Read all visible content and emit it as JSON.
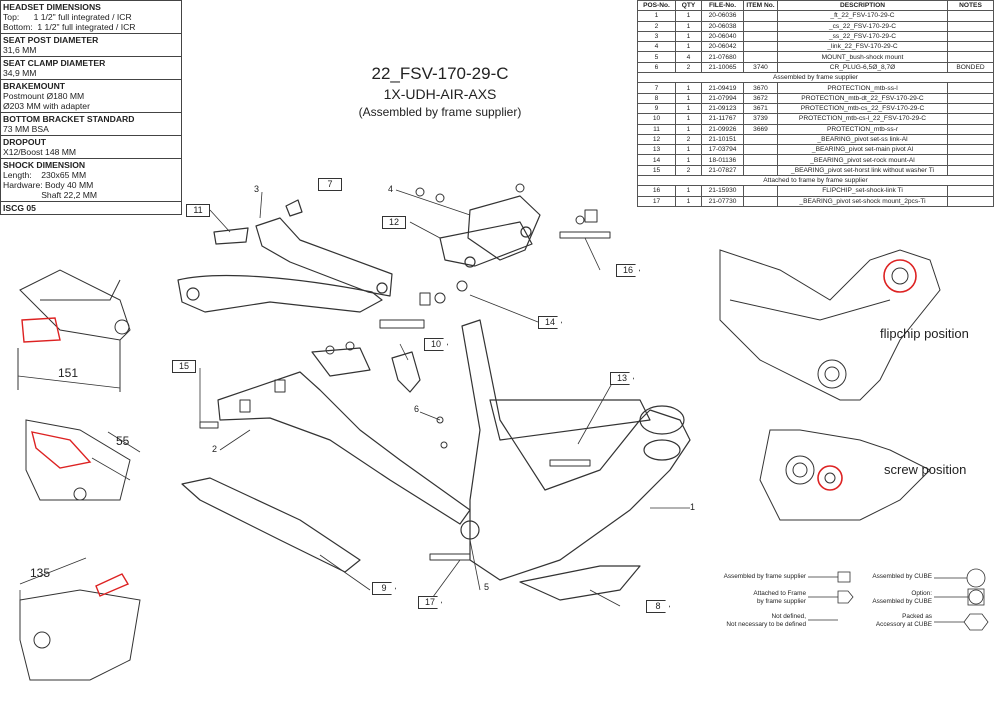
{
  "specs": [
    {
      "heading": "HEADSET DIMENSIONS",
      "lines": [
        "Top:      1 1/2\" full integrated / ICR",
        "Bottom:  1 1/2\" full integrated / ICR"
      ]
    },
    {
      "heading": "SEAT POST DIAMETER",
      "lines": [
        "31,6 MM"
      ]
    },
    {
      "heading": "SEAT CLAMP DIAMETER",
      "lines": [
        "34,9 MM"
      ]
    },
    {
      "heading": "BRAKEMOUNT",
      "lines": [
        "Postmount Ø180 MM",
        "Ø203 MM with adapter"
      ]
    },
    {
      "heading": "BOTTOM BRACKET STANDARD",
      "lines": [
        "73 MM BSA"
      ]
    },
    {
      "heading": "DROPOUT",
      "lines": [
        "X12/Boost 148 MM"
      ]
    },
    {
      "heading": "SHOCK DIMENSION",
      "lines": [
        "Length:    230x65 MM",
        "Hardware: Body 40 MM",
        "                Shaft 22,2 MM"
      ]
    },
    {
      "heading": "ISCG 05",
      "lines": []
    }
  ],
  "title": {
    "line1": "22_FSV-170-29-C",
    "line2": "1X-UDH-AIR-AXS",
    "line3": "(Assembled by frame supplier)"
  },
  "table": {
    "headers": [
      "POS-No.",
      "QTY",
      "FILE-No.",
      "ITEM No.",
      "DESCRIPTION",
      "NOTES"
    ],
    "rows": [
      {
        "type": "row",
        "cells": [
          "1",
          "1",
          "20-06036",
          "",
          "_ft_22_FSV-170-29-C",
          ""
        ]
      },
      {
        "type": "row",
        "cells": [
          "2",
          "1",
          "20-06038",
          "",
          "_cs_22_FSV-170-29-C",
          ""
        ]
      },
      {
        "type": "row",
        "cells": [
          "3",
          "1",
          "20-06040",
          "",
          "_ss_22_FSV-170-29-C",
          ""
        ]
      },
      {
        "type": "row",
        "cells": [
          "4",
          "1",
          "20-06042",
          "",
          "_link_22_FSV-170-29-C",
          ""
        ]
      },
      {
        "type": "row",
        "cells": [
          "5",
          "4",
          "21-07680",
          "",
          "MOUNT_bush-shock mount",
          ""
        ]
      },
      {
        "type": "row",
        "cells": [
          "6",
          "2",
          "21-10065",
          "3740",
          "CR_PLUG-6,5Ø_8,7Ø",
          "BONDED"
        ]
      },
      {
        "type": "section",
        "text": "Assembled by frame supplier"
      },
      {
        "type": "row",
        "cells": [
          "7",
          "1",
          "21-09419",
          "3670",
          "PROTECTION_mtb-ss-l",
          ""
        ]
      },
      {
        "type": "row",
        "cells": [
          "8",
          "1",
          "21-07994",
          "3672",
          "PROTECTION_mtb-dt_22_FSV-170-29-C",
          ""
        ]
      },
      {
        "type": "row",
        "cells": [
          "9",
          "1",
          "21-09123",
          "3671",
          "PROTECTION_mtb-cs_22_FSV-170-29-C",
          ""
        ]
      },
      {
        "type": "row",
        "cells": [
          "10",
          "1",
          "21-11767",
          "3739",
          "PROTECTION_mtb-cs-l_22_FSV-170-29-C",
          ""
        ]
      },
      {
        "type": "row",
        "cells": [
          "11",
          "1",
          "21-09926",
          "3669",
          "PROTECTION_mtb-ss-r",
          ""
        ]
      },
      {
        "type": "row",
        "cells": [
          "12",
          "2",
          "21-10151",
          "",
          "_BEARING_pivot set-ss link-Al",
          ""
        ]
      },
      {
        "type": "row",
        "cells": [
          "13",
          "1",
          "17-03794",
          "",
          "_BEARING_pivot set-main pivot Al",
          ""
        ]
      },
      {
        "type": "row",
        "cells": [
          "14",
          "1",
          "18-01136",
          "",
          "_BEARING_pivot set-rock mount-Al",
          ""
        ]
      },
      {
        "type": "row",
        "cells": [
          "15",
          "2",
          "21-07827",
          "",
          "_BEARING_pivot set-horst link without washer Ti",
          ""
        ]
      },
      {
        "type": "section",
        "text": "Attached to frame by frame supplier"
      },
      {
        "type": "row",
        "cells": [
          "16",
          "1",
          "21-15930",
          "",
          "FLIPCHIP_set-shock-link Ti",
          ""
        ]
      },
      {
        "type": "row",
        "cells": [
          "17",
          "1",
          "21-07730",
          "",
          "_BEARING_pivot set-shock mount_2pcs-Ti",
          ""
        ]
      }
    ]
  },
  "callouts": [
    "1",
    "2",
    "3",
    "4",
    "5",
    "6",
    "7",
    "8",
    "9",
    "10",
    "11",
    "12",
    "13",
    "14",
    "15",
    "16",
    "17"
  ],
  "dimensions": {
    "d1": "151",
    "d2": "55",
    "d3": "135"
  },
  "details": {
    "flipchip": "flipchip position",
    "screw": "screw position"
  },
  "legend": {
    "l1": "Assembled by frame supplier",
    "l2a": "Attached to Frame",
    "l2b": "by frame supplier",
    "l3a": "Not defined,",
    "l3b": "Not necessary to be defined",
    "r1": "Assembled by CUBE",
    "r2a": "Option:",
    "r2b": "Assembled by CUBE",
    "r3a": "Packed as",
    "r3b": "Accessory at CUBE"
  },
  "accent": "#d22"
}
